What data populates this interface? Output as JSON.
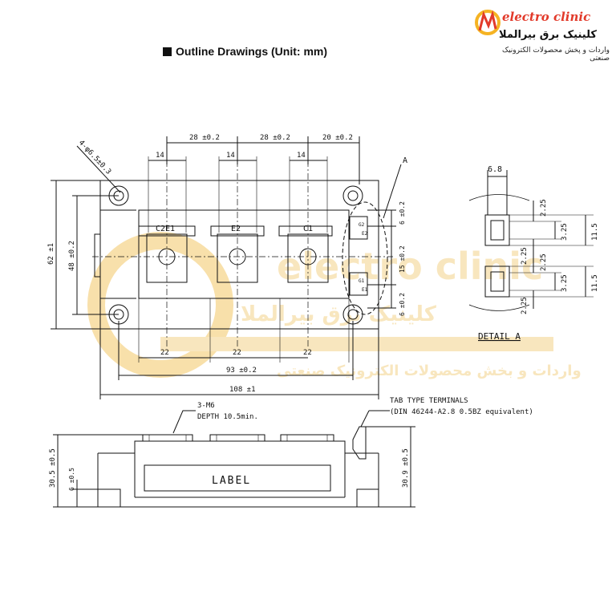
{
  "title": "Outline Drawings (Unit: mm)",
  "logo": {
    "brand": "electro clinic",
    "persian_name": "کلینیک برق بیرالملا",
    "persian_tagline": "واردات و پخش محصولات الکترونیک صنعتی"
  },
  "watermark": {
    "brand": "electro clinic",
    "persian_name": "کلینیک برق بیرالملا",
    "persian_tagline": "واردات و بخش محصولات الکترونیک صنعتی"
  },
  "top_view": {
    "terminal_labels": [
      "C2E1",
      "E2",
      "C1"
    ],
    "dim_28_a": "28 ±0.2",
    "dim_28_b": "28 ±0.2",
    "dim_20": "20 ±0.2",
    "dim_14_a": "14",
    "dim_14_b": "14",
    "dim_14_c": "14",
    "hole_callout": "4-φ6.5±0.3",
    "dim_62": "62 ±1",
    "dim_48": "48 ±0.2",
    "dim_22_a": "22",
    "dim_22_b": "22",
    "dim_22_c": "22",
    "dim_93": "93 ±0.2",
    "dim_108": "108 ±1",
    "detail_ref": "A",
    "dim_6_top": "6 ±0.2",
    "dim_15": "15 ±0.2",
    "dim_6_bot": "6 ±0.2",
    "gate_label_g": "G2",
    "gate_label_e": "E2",
    "gate_label_g1": "G1",
    "gate_label_e1": "E1"
  },
  "detail_a": {
    "title": "DETAIL A",
    "dim_6_8": "6.8",
    "dim_2_25_a": "2.25",
    "dim_3_25_a": "3.25",
    "dim_11_5_a": "11.5",
    "dim_2_25_b": "2.25",
    "dim_2_25_c": "2.25",
    "dim_3_25_b": "3.25",
    "dim_11_5_b": "11.5",
    "dim_2_25_d": "2.25"
  },
  "side_view": {
    "screw_callout": "3-M6",
    "depth_callout": "DEPTH 10.5min.",
    "tab_callout": "TAB TYPE TERMINALS",
    "tab_spec": "(DIN 46244-A2.8 0.5BZ equivalent)",
    "label_text": "LABEL",
    "dim_30_5": "30.5 ±0.5",
    "dim_6_5": "6 ±0.5",
    "dim_30_9": "30.9 ±0.5"
  }
}
